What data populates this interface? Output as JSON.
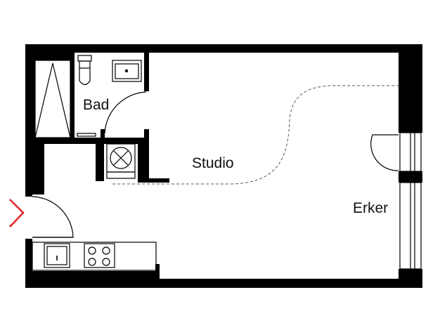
{
  "floorplan": {
    "rooms": {
      "bad": "Bad",
      "studio": "Studio",
      "erker": "Erker"
    },
    "entry_marker_color": "#e02424",
    "wall_color": "#000000",
    "fixture_color": "#111111",
    "icons": {
      "entry": "entry-chevron-icon",
      "toilet": "toilet-icon",
      "washbasin": "washbasin-icon",
      "shower": "shower-icon",
      "ventilation": "ventilation-fan-icon",
      "sink": "kitchen-sink-icon",
      "cooktop": "cooktop-icon"
    }
  }
}
